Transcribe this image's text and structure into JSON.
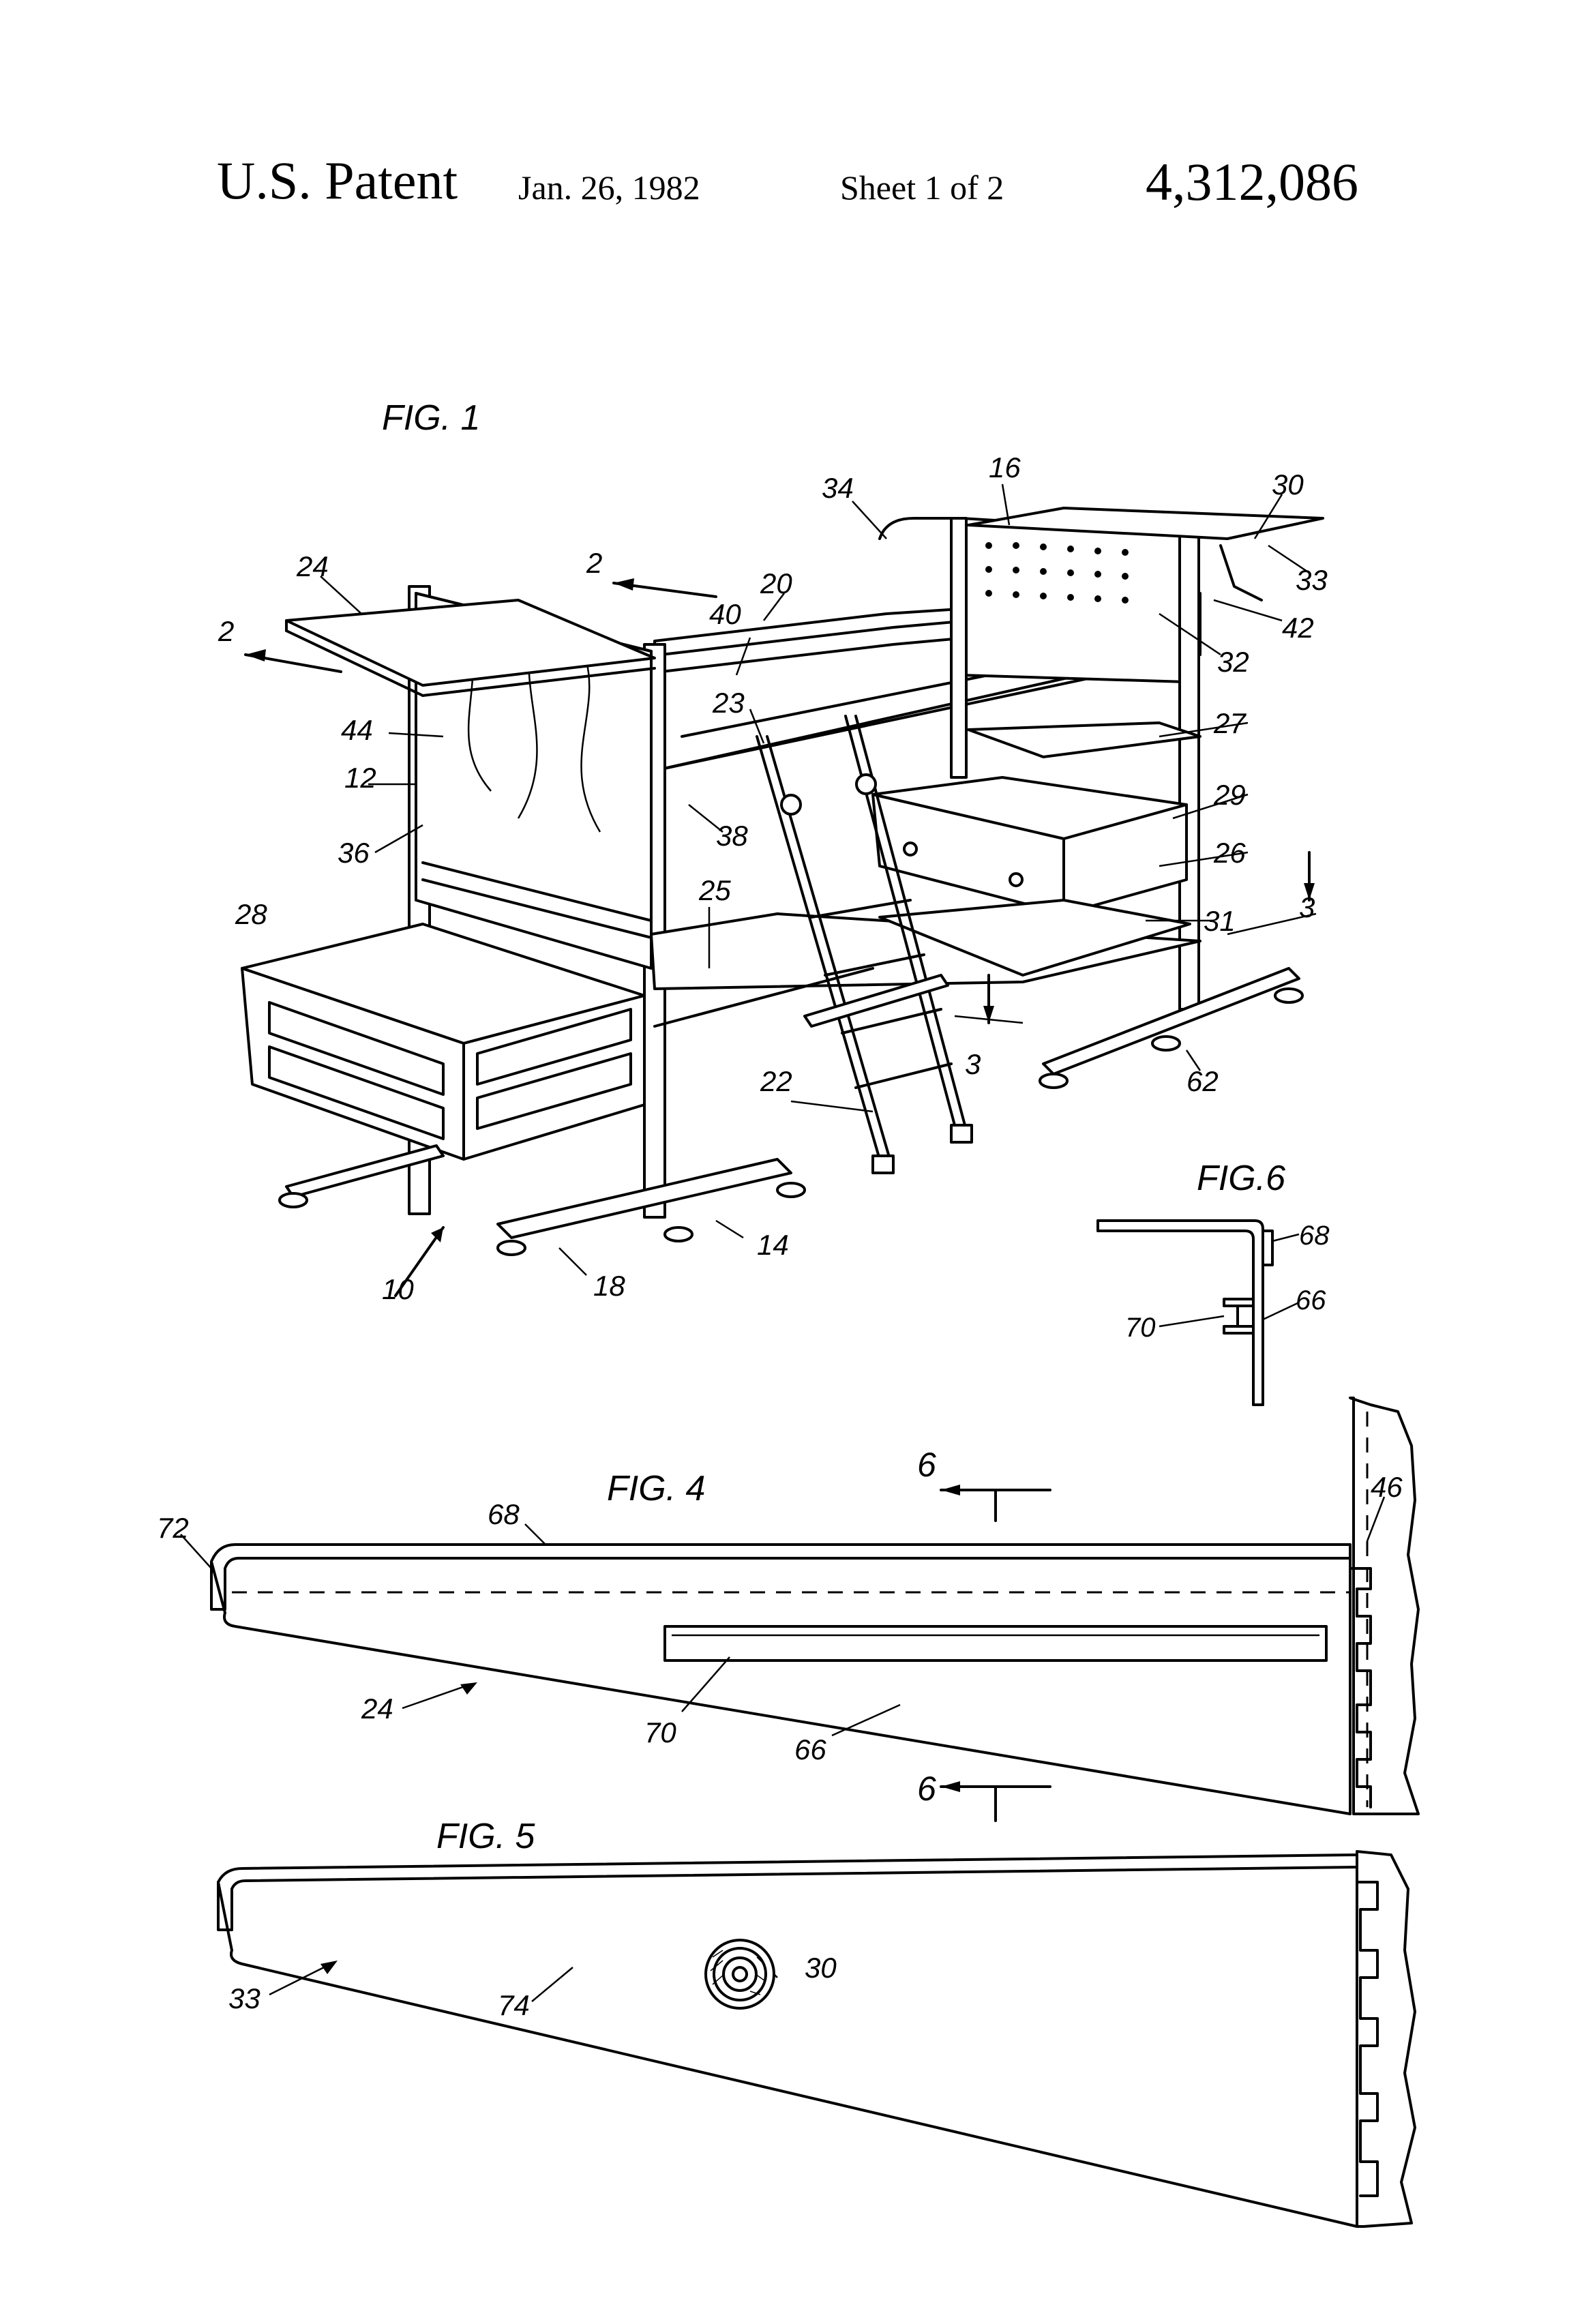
{
  "header": {
    "title": "U.S. Patent",
    "date": "Jan. 26, 1982",
    "sheet": "Sheet 1 of 2",
    "patent_number": "4,312,086"
  },
  "figures": {
    "fig1": {
      "title": "FIG. 1",
      "callouts": {
        "n2a": "2",
        "n2b": "2",
        "n3a": "3",
        "n3b": "3",
        "n10": "10",
        "n12": "12",
        "n14": "14",
        "n16": "16",
        "n18": "18",
        "n20": "20",
        "n22": "22",
        "n23": "23",
        "n24": "24",
        "n25": "25",
        "n26": "26",
        "n27": "27",
        "n28": "28",
        "n29": "29",
        "n30": "30",
        "n31": "31",
        "n32": "32",
        "n33": "33",
        "n34": "34",
        "n36": "36",
        "n38": "38",
        "n40": "40",
        "n42": "42",
        "n44": "44",
        "n62": "62"
      }
    },
    "fig6": {
      "title": "FIG.6",
      "callouts": {
        "n68": "68",
        "n66": "66",
        "n70": "70"
      }
    },
    "fig4": {
      "title": "FIG. 4",
      "callouts": {
        "n72": "72",
        "n68": "68",
        "n46": "46",
        "n24": "24",
        "n70": "70",
        "n66": "66",
        "n6a": "6",
        "n6b": "6"
      }
    },
    "fig5": {
      "title": "FIG. 5",
      "callouts": {
        "n30": "30",
        "n33": "33",
        "n74": "74"
      }
    }
  }
}
